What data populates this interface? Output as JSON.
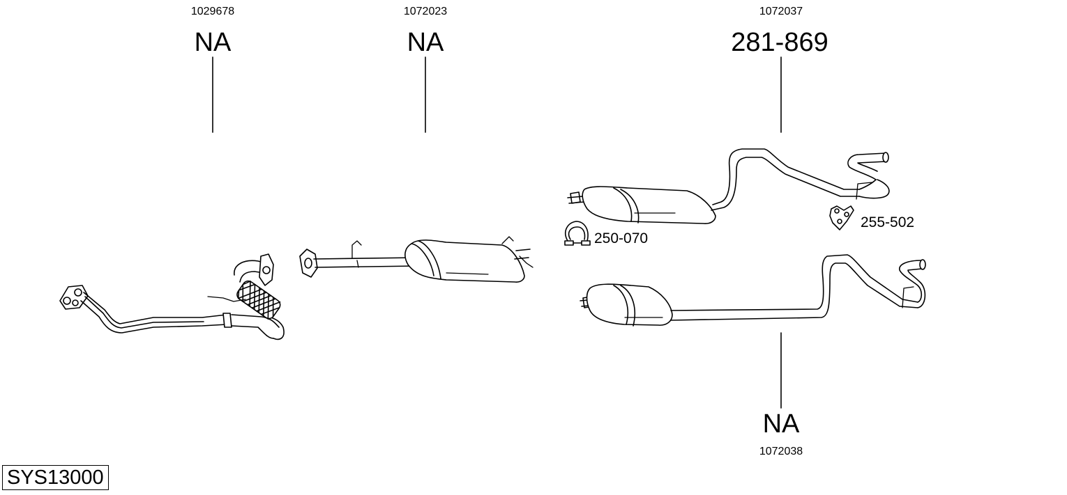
{
  "title_code": "SYS13000",
  "parts": [
    {
      "ref": "1029678",
      "label": "NA"
    },
    {
      "ref": "1072023",
      "label": "NA"
    },
    {
      "ref": "1072037",
      "label": "281-869"
    },
    {
      "ref": "1072038",
      "label": "NA"
    }
  ],
  "accessories": [
    {
      "label": "250-070",
      "icon": "clamp-icon"
    },
    {
      "label": "255-502",
      "icon": "rubber-mount-icon"
    }
  ]
}
